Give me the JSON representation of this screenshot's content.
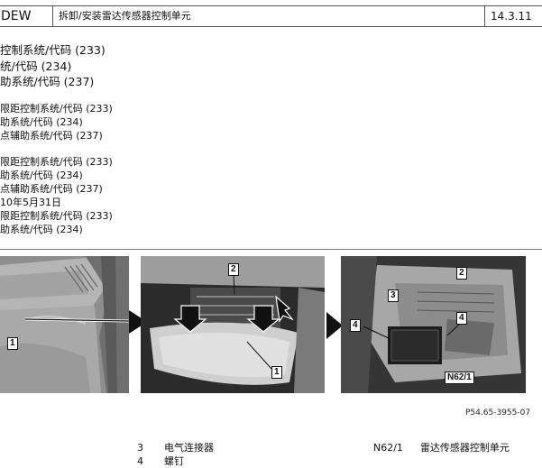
{
  "header": {
    "code": "DEW",
    "title": "拆卸/安装雷达传感器控制单元",
    "version": "14.3.11"
  },
  "text_lines": [
    "控制系统/代码 (233)",
    "统/代码 (234)",
    "助系统/代码 (237)",
    "限距控制系统/代码 (233)",
    "助系统/代码 (234)",
    "点辅助系统/代码 (237)",
    "限距控制系统/代码 (233)",
    "助系统/代码 (234)",
    "点辅助系统/代码 (237)",
    "10年5月31日",
    "限距控制系统/代码 (233)",
    "助系统/代码 (234)"
  ],
  "figure": {
    "callouts": [
      "1",
      "2",
      "1",
      "2",
      "3",
      "4",
      "4",
      "N62/1"
    ],
    "code": "P54.65-3955-07"
  },
  "legend": [
    {
      "num": "3",
      "label": "电气连接器"
    },
    {
      "num": "N62/1",
      "label": "雷达传感器控制单元"
    },
    {
      "num": "4",
      "label": "螺钉"
    }
  ]
}
